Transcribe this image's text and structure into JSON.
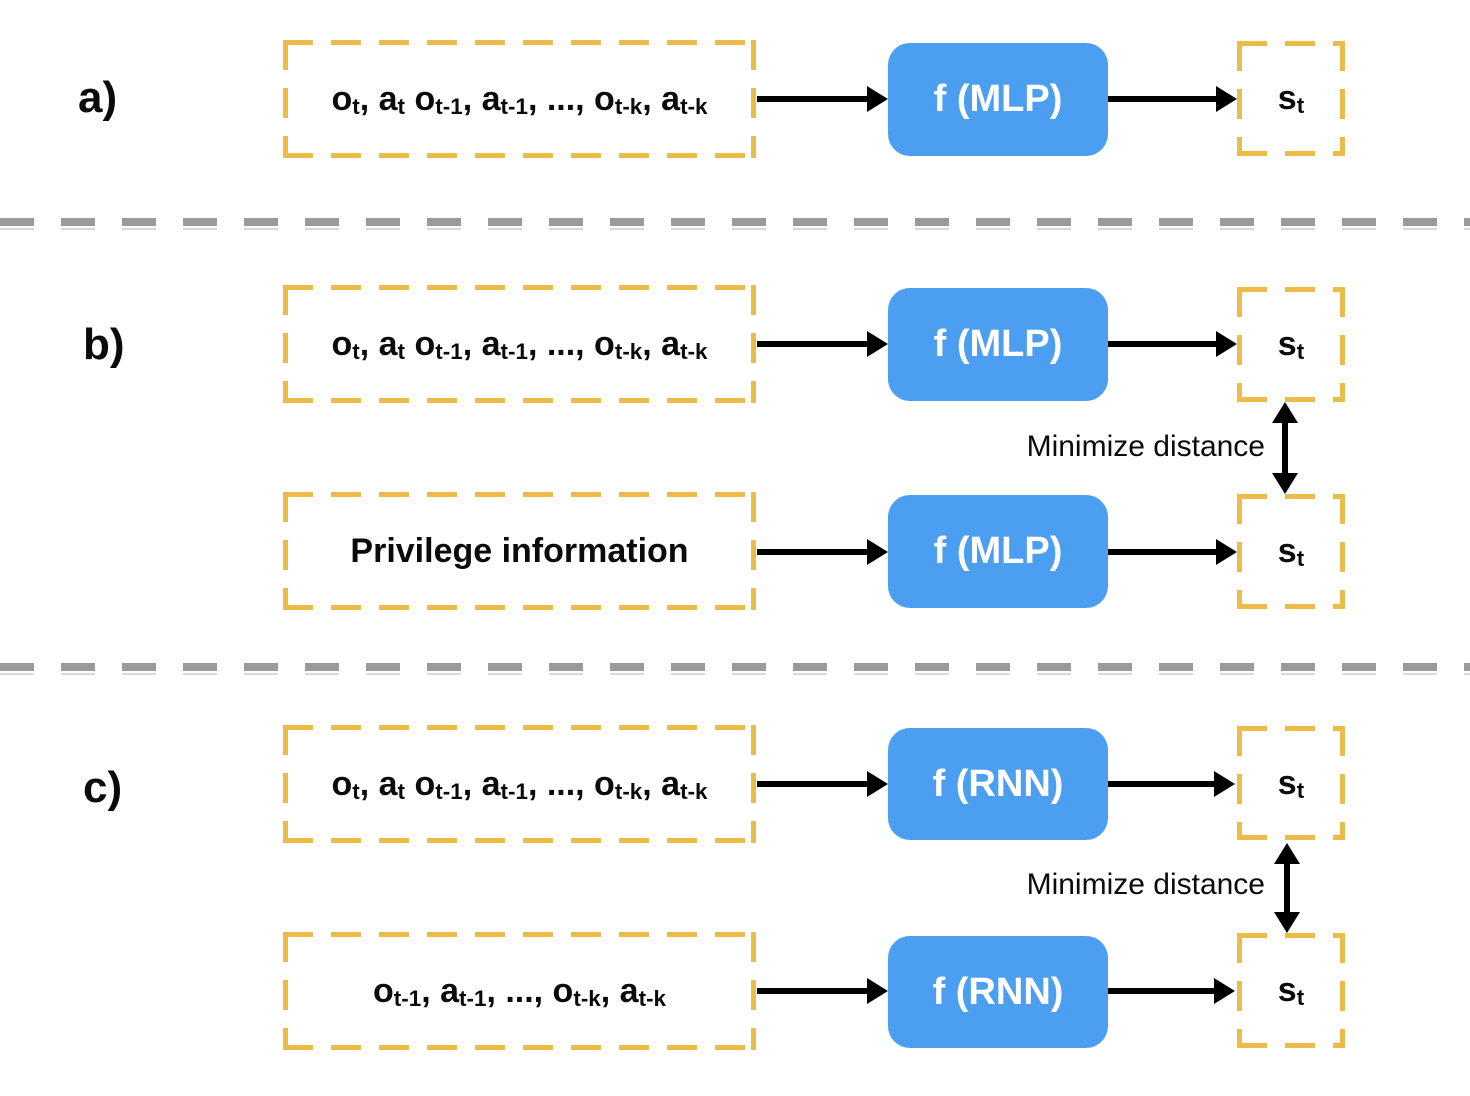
{
  "colors": {
    "dash-orange": "#EBBC4A",
    "block-blue": "#4C9FF0",
    "divider-dark": "#9A9A9A",
    "divider-light": "#D8D8D8",
    "arrow-black": "#000000",
    "text-black": "#0B0B0B"
  },
  "texts": {
    "history_full": [
      [
        "o",
        "t"
      ],
      [
        ", a",
        "t"
      ],
      [
        " o",
        "t-1"
      ],
      [
        ", a",
        "t-1"
      ],
      [
        ", ..., o",
        "t-k"
      ],
      [
        ", a",
        "t-k"
      ]
    ],
    "history_partial": [
      [
        "o",
        "t-1"
      ],
      [
        ", a",
        "t-1"
      ],
      [
        ", ..., o",
        "t-k"
      ],
      [
        ", a",
        "t-k"
      ]
    ],
    "state": [
      [
        "s",
        "t"
      ]
    ],
    "privilege": "Privilege information",
    "minimize": "Minimize distance"
  },
  "sections": {
    "a": {
      "label": "a)",
      "model": "f (MLP)"
    },
    "b": {
      "label": "b)",
      "model_top": "f (MLP)",
      "model_bottom": "f (MLP)"
    },
    "c": {
      "label": "c)",
      "model_top": "f (RNN)",
      "model_bottom": "f (RNN)"
    }
  }
}
